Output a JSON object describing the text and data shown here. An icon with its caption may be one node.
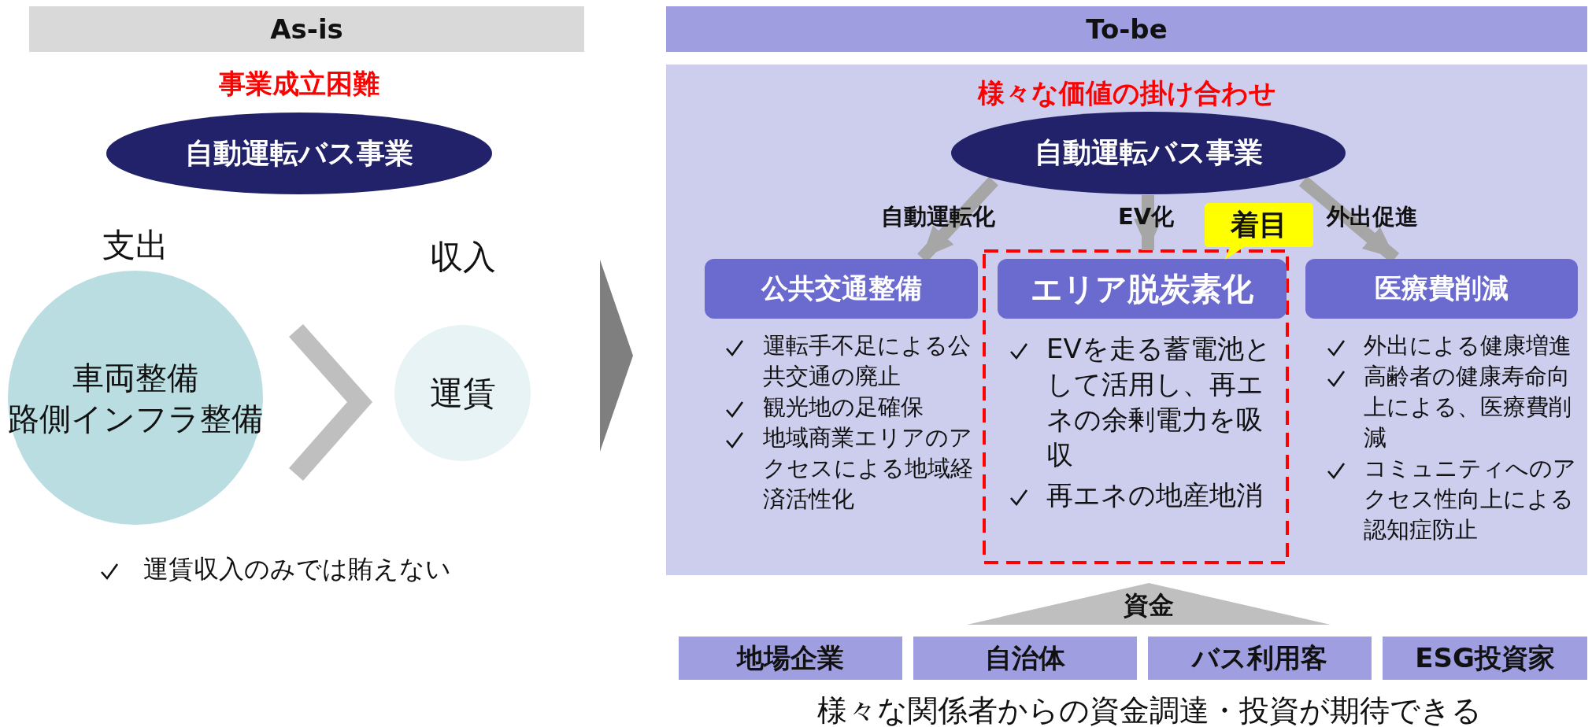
{
  "diagram": {
    "nodes": [
      {
        "text": [
          "As-is"
        ]
      },
      {
        "text": [
          "自動運転バス事業"
        ]
      },
      {
        "text": [
          "支出",
          "車両整備",
          "路側インフラ整備"
        ]
      },
      {
        "text": [
          "収入",
          "運賃"
        ]
      },
      {
        "text": [
          "To-be"
        ]
      },
      {
        "text": [
          "様々な価値の掛け合わせ"
        ]
      },
      {
        "text": [
          "自動運転バス事業"
        ],
        "in": 5
      },
      {
        "text": [
          "公共交通整備"
        ],
        "in": 5,
        "beside": [
          "運転手不足による公共交通の廃止",
          "観光地の足確保",
          "地域商業エリアのアクセスによる地域経済活性化"
        ]
      },
      {
        "text": [
          "エリア脱炭素化"
        ],
        "in": 5,
        "beside": [
          "EVを走る蓄電池として活用し、再エネの余剰電力を吸収",
          "再エネの地産地消"
        ]
      },
      {
        "text": [
          "医療費削減"
        ],
        "in": 5,
        "beside": [
          "外出による健康増進",
          "高齢者の健康寿命向上による、医療費削減",
          "コミュニティへのアクセス性向上による認知症防止"
        ]
      },
      {
        "text": [
          "着目"
        ],
        "in": 5
      },
      {
        "text": [
          "資金"
        ]
      },
      {
        "text": [
          "地場企業"
        ]
      },
      {
        "text": [
          "自治体"
        ]
      },
      {
        "text": [
          "バス利用客"
        ]
      },
      {
        "text": [
          "ESG投資家"
        ]
      }
    ],
    "edges": [
      {
        "from": 2,
        "to": 3,
        "arrow": "to"
      },
      {
        "from": 6,
        "to": 7,
        "arrow": "to",
        "label": "自動運転化"
      },
      {
        "from": 6,
        "to": 8,
        "arrow": "to",
        "label": "EV化"
      },
      {
        "from": 6,
        "to": 9,
        "arrow": "to",
        "label": "外出促進"
      }
    ],
    "labels": [
      "事業成立困難",
      "運賃収入のみでは賄えない",
      "様々な関係者からの資金調達・投資が期待できる"
    ]
  }
}
